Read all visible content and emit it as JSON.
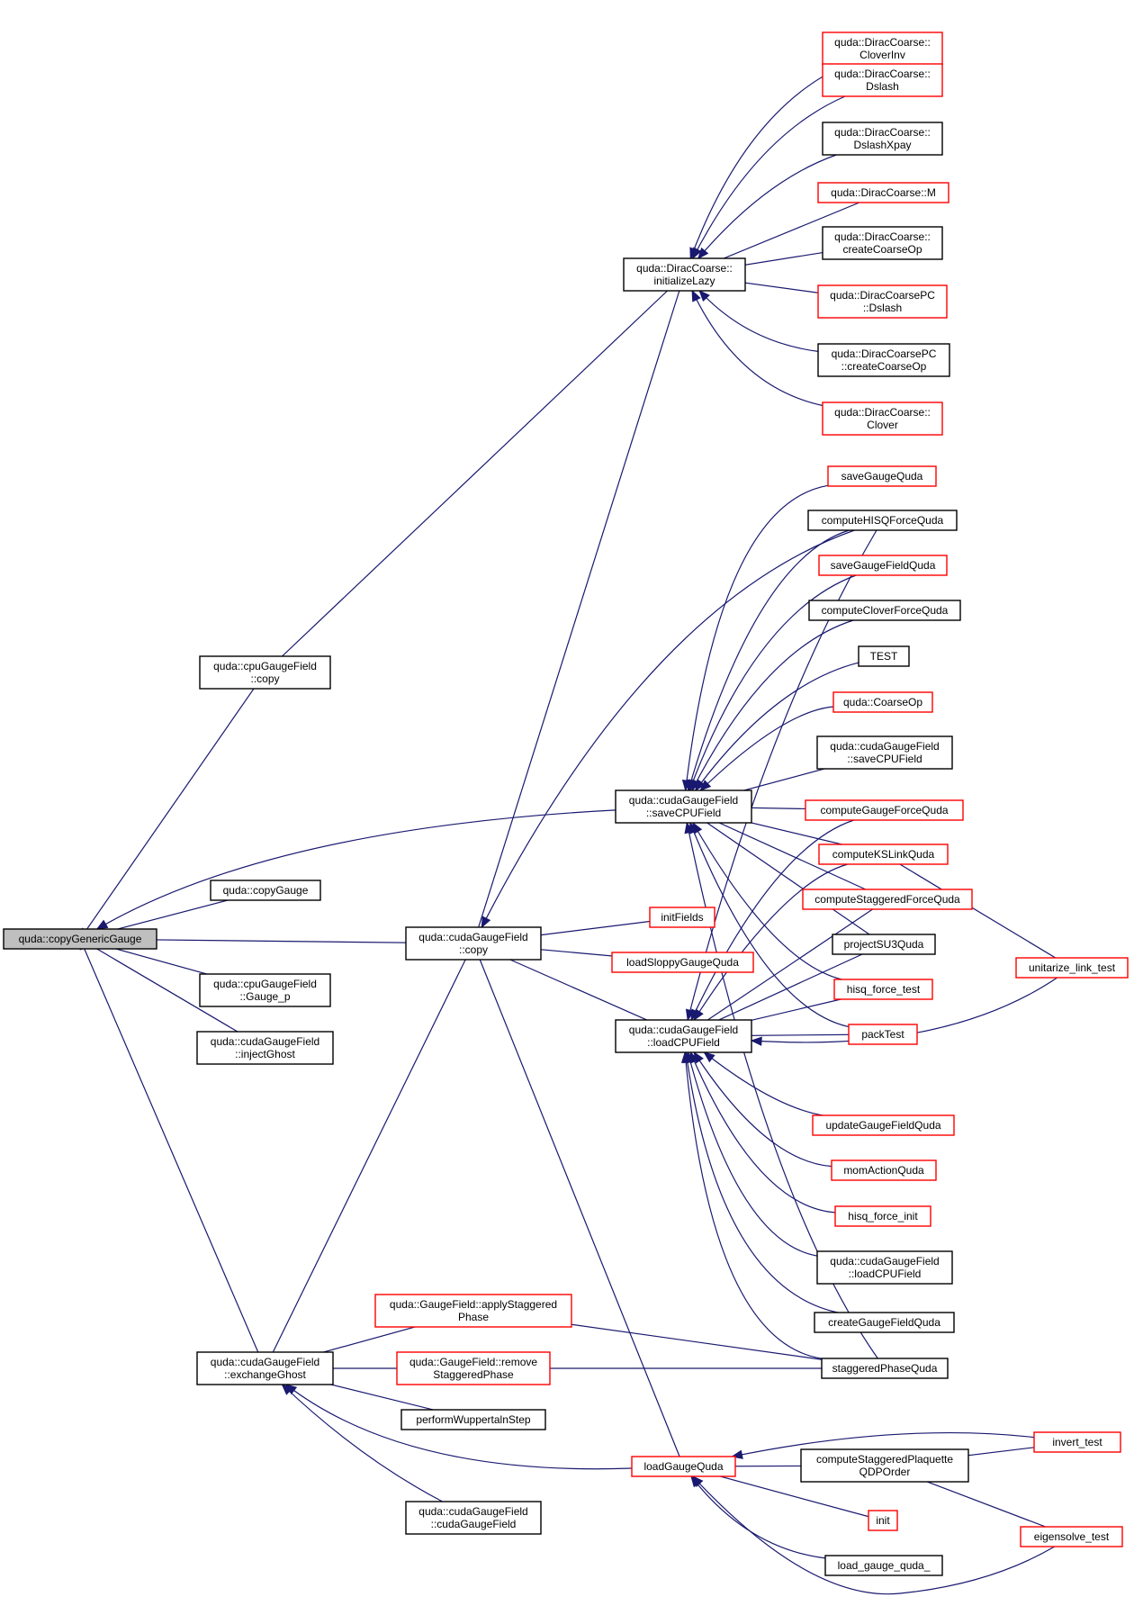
{
  "colors": {
    "edge": "#191970",
    "border_ok": "#000000",
    "border_truncated": "#ff0000",
    "root_fill": "#bfbfbf"
  },
  "nodes": {
    "copyGenericGauge": {
      "lines": [
        "quda::copyGenericGauge"
      ],
      "style": "root"
    },
    "cpuCopy": {
      "lines": [
        "quda::cpuGaugeField",
        "::copy"
      ],
      "style": "black"
    },
    "copyGauge": {
      "lines": [
        "quda::copyGauge"
      ],
      "style": "black"
    },
    "cpuGaugeP": {
      "lines": [
        "quda::cpuGaugeField",
        "::Gauge_p"
      ],
      "style": "black"
    },
    "injectGhost": {
      "lines": [
        "quda::cudaGaugeField",
        "::injectGhost"
      ],
      "style": "black"
    },
    "exchangeGhost": {
      "lines": [
        "quda::cudaGaugeField",
        "::exchangeGhost"
      ],
      "style": "black"
    },
    "cudaCopy": {
      "lines": [
        "quda::cudaGaugeField",
        "::copy"
      ],
      "style": "black"
    },
    "initializeLazy": {
      "lines": [
        "quda::DiracCoarse::",
        "initializeLazy"
      ],
      "style": "black"
    },
    "saveCPUField": {
      "lines": [
        "quda::cudaGaugeField",
        "::saveCPUField"
      ],
      "style": "black"
    },
    "loadCPUField": {
      "lines": [
        "quda::cudaGaugeField",
        "::loadCPUField"
      ],
      "style": "black"
    },
    "initFields": {
      "lines": [
        "initFields"
      ],
      "style": "red"
    },
    "loadSloppy": {
      "lines": [
        "loadSloppyGaugeQuda"
      ],
      "style": "red"
    },
    "applyStag": {
      "lines": [
        "quda::GaugeField::applyStaggered",
        "Phase"
      ],
      "style": "red"
    },
    "removeStag": {
      "lines": [
        "quda::GaugeField::remove",
        "StaggeredPhase"
      ],
      "style": "red"
    },
    "wuppertal": {
      "lines": [
        "performWuppertalnStep"
      ],
      "style": "black"
    },
    "loadGaugeQuda": {
      "lines": [
        "loadGaugeQuda"
      ],
      "style": "red"
    },
    "cudaCtor": {
      "lines": [
        "quda::cudaGaugeField",
        "::cudaGaugeField"
      ],
      "style": "black"
    },
    "cloverInv": {
      "lines": [
        "quda::DiracCoarse::",
        "CloverInv"
      ],
      "style": "red"
    },
    "dslash": {
      "lines": [
        "quda::DiracCoarse::",
        "Dslash"
      ],
      "style": "red"
    },
    "dslashXpay": {
      "lines": [
        "quda::DiracCoarse::",
        "DslashXpay"
      ],
      "style": "black"
    },
    "dcM": {
      "lines": [
        "quda::DiracCoarse::M"
      ],
      "style": "red"
    },
    "createCoarseOp": {
      "lines": [
        "quda::DiracCoarse::",
        "createCoarseOp"
      ],
      "style": "black"
    },
    "pcDslash": {
      "lines": [
        "quda::DiracCoarsePC",
        "::Dslash"
      ],
      "style": "red"
    },
    "pcCreate": {
      "lines": [
        "quda::DiracCoarsePC",
        "::createCoarseOp"
      ],
      "style": "black"
    },
    "clover": {
      "lines": [
        "quda::DiracCoarse::",
        "Clover"
      ],
      "style": "red"
    },
    "saveGaugeQuda": {
      "lines": [
        "saveGaugeQuda"
      ],
      "style": "red"
    },
    "hisqForce": {
      "lines": [
        "computeHISQForceQuda"
      ],
      "style": "black"
    },
    "saveGaugeFieldQuda": {
      "lines": [
        "saveGaugeFieldQuda"
      ],
      "style": "red"
    },
    "cloverForce": {
      "lines": [
        "computeCloverForceQuda"
      ],
      "style": "black"
    },
    "test": {
      "lines": [
        "TEST"
      ],
      "style": "black"
    },
    "coarseOp": {
      "lines": [
        "quda::CoarseOp"
      ],
      "style": "red"
    },
    "saveCPU2": {
      "lines": [
        "quda::cudaGaugeField",
        "::saveCPUField"
      ],
      "style": "black"
    },
    "gaugeForce": {
      "lines": [
        "computeGaugeForceQuda"
      ],
      "style": "red"
    },
    "ksLink": {
      "lines": [
        "computeKSLinkQuda"
      ],
      "style": "red"
    },
    "stagForce": {
      "lines": [
        "computeStaggeredForceQuda"
      ],
      "style": "red"
    },
    "projectSU3": {
      "lines": [
        "projectSU3Quda"
      ],
      "style": "black"
    },
    "hisqTest": {
      "lines": [
        "hisq_force_test"
      ],
      "style": "red"
    },
    "packTest": {
      "lines": [
        "packTest"
      ],
      "style": "red"
    },
    "updateGauge": {
      "lines": [
        "updateGaugeFieldQuda"
      ],
      "style": "red"
    },
    "momAction": {
      "lines": [
        "momActionQuda"
      ],
      "style": "red"
    },
    "hisqInit": {
      "lines": [
        "hisq_force_init"
      ],
      "style": "red"
    },
    "loadCPU2": {
      "lines": [
        "quda::cudaGaugeField",
        "::loadCPUField"
      ],
      "style": "black"
    },
    "createGaugeField": {
      "lines": [
        "createGaugeFieldQuda"
      ],
      "style": "black"
    },
    "stagPhase": {
      "lines": [
        "staggeredPhaseQuda"
      ],
      "style": "black"
    },
    "stagPlaq": {
      "lines": [
        "computeStaggeredPlaquette",
        "QDPOrder"
      ],
      "style": "black"
    },
    "init": {
      "lines": [
        "init"
      ],
      "style": "red"
    },
    "loadGauge_": {
      "lines": [
        "load_gauge_quda_"
      ],
      "style": "black"
    },
    "unitarize": {
      "lines": [
        "unitarize_link_test"
      ],
      "style": "red"
    },
    "invertTest": {
      "lines": [
        "invert_test"
      ],
      "style": "red"
    },
    "eigensolve": {
      "lines": [
        "eigensolve_test"
      ],
      "style": "red"
    }
  },
  "edges": [
    [
      "copyGenericGauge",
      "cpuCopy"
    ],
    [
      "copyGenericGauge",
      "copyGauge"
    ],
    [
      "copyGenericGauge",
      "cpuGaugeP"
    ],
    [
      "copyGenericGauge",
      "injectGhost"
    ],
    [
      "copyGenericGauge",
      "exchangeGhost"
    ],
    [
      "copyGenericGauge",
      "cudaCopy"
    ],
    [
      "copyGenericGauge",
      "saveCPUField"
    ],
    [
      "cpuCopy",
      "initializeLazy"
    ],
    [
      "cudaCopy",
      "initializeLazy"
    ],
    [
      "cudaCopy",
      "hisqForce"
    ],
    [
      "cudaCopy",
      "initFields"
    ],
    [
      "cudaCopy",
      "loadSloppy"
    ],
    [
      "cudaCopy",
      "loadCPUField"
    ],
    [
      "cudaCopy",
      "loadGaugeQuda"
    ],
    [
      "exchangeGhost",
      "cudaCopy"
    ],
    [
      "exchangeGhost",
      "applyStag"
    ],
    [
      "exchangeGhost",
      "removeStag"
    ],
    [
      "exchangeGhost",
      "wuppertal"
    ],
    [
      "exchangeGhost",
      "loadGaugeQuda"
    ],
    [
      "exchangeGhost",
      "cudaCtor"
    ],
    [
      "initializeLazy",
      "cloverInv"
    ],
    [
      "initializeLazy",
      "dslash"
    ],
    [
      "initializeLazy",
      "dslashXpay"
    ],
    [
      "initializeLazy",
      "dcM"
    ],
    [
      "initializeLazy",
      "createCoarseOp"
    ],
    [
      "initializeLazy",
      "pcDslash"
    ],
    [
      "initializeLazy",
      "pcCreate"
    ],
    [
      "initializeLazy",
      "clover"
    ],
    [
      "saveCPUField",
      "saveGaugeQuda"
    ],
    [
      "saveCPUField",
      "hisqForce"
    ],
    [
      "saveCPUField",
      "saveGaugeFieldQuda"
    ],
    [
      "saveCPUField",
      "cloverForce"
    ],
    [
      "saveCPUField",
      "test"
    ],
    [
      "saveCPUField",
      "coarseOp"
    ],
    [
      "saveCPUField",
      "saveCPU2"
    ],
    [
      "saveCPUField",
      "gaugeForce"
    ],
    [
      "saveCPUField",
      "ksLink"
    ],
    [
      "saveCPUField",
      "stagForce"
    ],
    [
      "saveCPUField",
      "projectSU3"
    ],
    [
      "saveCPUField",
      "hisqTest"
    ],
    [
      "saveCPUField",
      "packTest"
    ],
    [
      "saveCPUField",
      "stagPhase"
    ],
    [
      "loadCPUField",
      "hisqForce"
    ],
    [
      "loadCPUField",
      "gaugeForce"
    ],
    [
      "loadCPUField",
      "ksLink"
    ],
    [
      "loadCPUField",
      "stagForce"
    ],
    [
      "loadCPUField",
      "projectSU3"
    ],
    [
      "loadCPUField",
      "hisqTest"
    ],
    [
      "loadCPUField",
      "packTest"
    ],
    [
      "loadCPUField",
      "unitarize"
    ],
    [
      "loadCPUField",
      "updateGauge"
    ],
    [
      "loadCPUField",
      "momAction"
    ],
    [
      "loadCPUField",
      "hisqInit"
    ],
    [
      "loadCPUField",
      "loadCPU2"
    ],
    [
      "loadCPUField",
      "createGaugeField"
    ],
    [
      "loadCPUField",
      "stagPhase"
    ],
    [
      "applyStag",
      "stagPhase"
    ],
    [
      "removeStag",
      "stagPhase"
    ],
    [
      "loadGaugeQuda",
      "invertTest"
    ],
    [
      "loadGaugeQuda",
      "stagPlaq"
    ],
    [
      "loadGaugeQuda",
      "init"
    ],
    [
      "loadGaugeQuda",
      "loadGauge_"
    ],
    [
      "loadGaugeQuda",
      "eigensolve"
    ],
    [
      "stagPlaq",
      "invertTest"
    ],
    [
      "stagPlaq",
      "eigensolve"
    ],
    [
      "ksLink",
      "unitarize"
    ]
  ]
}
